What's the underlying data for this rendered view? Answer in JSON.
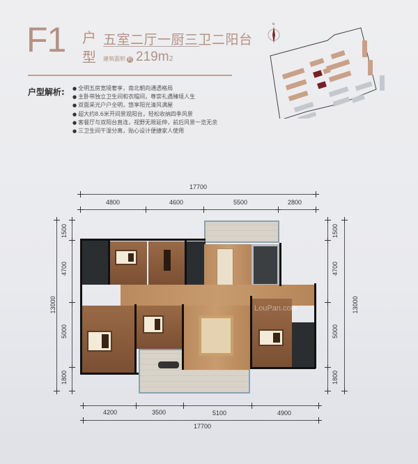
{
  "header": {
    "model_code": "F1",
    "type_label_line1": "户",
    "type_label_line2": "型",
    "layout_title": "五室二厅一厨三卫二阳台",
    "area_label": "建筑面积",
    "area_badge": "约",
    "area_value": "219m",
    "area_unit_sup": "2"
  },
  "analysis": {
    "heading": "户型解析:",
    "points": [
      "全明五房宽境奢享，南北朝向通透格局",
      "主卧带独立卫生间和衣帽间，尊崇礼遇臻境人生",
      "双面采光户户全明，悠享阳光清风满屋",
      "超大约8.6米开间景观阳台，轻松收纳四季风景",
      "客餐厅与双阳台直连，视野无限延伸，前后风景一览无余",
      "三卫生间干湿分离，贴心设计便捷家人使用"
    ]
  },
  "site_plan": {
    "compass_label": "N",
    "highlight_color": "#7a1f22",
    "building_color": "#c9a088",
    "other_color": "#c4c8cd"
  },
  "dimensions": {
    "top_total": "17700",
    "top_segments": [
      "4800",
      "4600",
      "5500",
      "2800"
    ],
    "bottom_segments": [
      "4200",
      "3500",
      "5100",
      "4900"
    ],
    "bottom_total": "17700",
    "left_segments": [
      "1500",
      "4700",
      "5000",
      "1800"
    ],
    "left_total": "13000",
    "right_segments": [
      "1500",
      "4700",
      "5000",
      "1800"
    ],
    "right_total": "13000"
  },
  "watermark": {
    "text": "LouPan.com"
  },
  "colors": {
    "accent": "#b39284",
    "rule": "#b8a29a"
  }
}
